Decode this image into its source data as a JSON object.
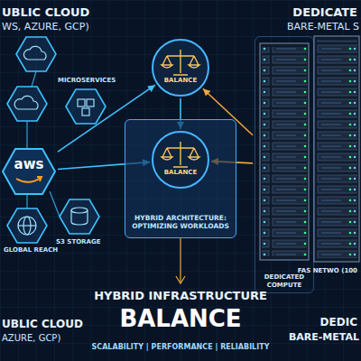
{
  "diagram": {
    "title": "HYBRID INFRASTRUCTURE",
    "caption": "SCALABILITY | PERFORMANCE | RELIABILITY",
    "nodes": [
      {
        "text": [
          "aws"
        ]
      },
      {
        "text": [
          "BALANCE"
        ]
      },
      {
        "text": [
          "HYBRID ARCHITECTURE: OPTIMIZING WORKLOADS"
        ]
      },
      {
        "text": [
          "BALANCE"
        ],
        "in": 2
      },
      {
        "text": [
          "DEDICATED COMPUTE"
        ]
      }
    ],
    "edges": [
      {
        "from": 0,
        "to": 1,
        "arrow": "to"
      },
      {
        "from": 0,
        "to": 3,
        "arrow": "to"
      },
      {
        "from": 1,
        "to": 3,
        "arrow": "to"
      },
      {
        "from": 4,
        "to": 1,
        "arrow": "to"
      },
      {
        "from": 4,
        "to": 3,
        "arrow": "to"
      }
    ],
    "labels": [
      "UBLIC CLOUD",
      "WS, AZURE, GCP)",
      "DEDICATE",
      "BARE-METAL S",
      "MICROSERVICES",
      "GLOBAL REACH",
      "S3 STORAGE",
      "BALANCE",
      "FAS NETWO (100",
      "UBLIC CLOUD",
      "AZURE, GCP)",
      "DEDIC",
      "BARE-METAL"
    ]
  }
}
